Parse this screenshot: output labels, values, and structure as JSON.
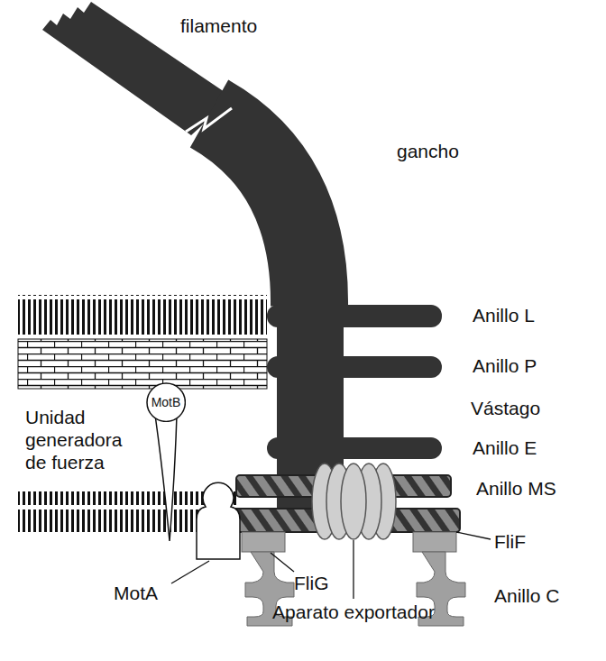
{
  "diagram": {
    "nodes": [
      {
        "text": [
          "MotB"
        ]
      }
    ],
    "labels": [
      "filamento",
      "gancho",
      "Anillo L",
      "Anillo P",
      "Unidad generadora de fuerza",
      "Vástago",
      "Anillo E",
      "Anillo MS",
      "FliF",
      "MotA",
      "FliG",
      "Anillo C",
      "Aparato exportador"
    ]
  }
}
